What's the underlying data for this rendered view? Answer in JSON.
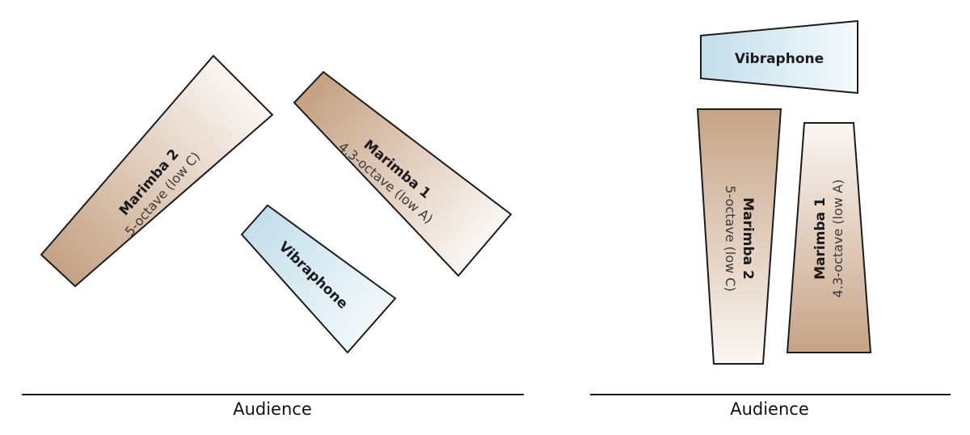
{
  "left_setup": {
    "marimba2": {
      "name": "Marimba 2",
      "range": "5-octave (low C)"
    },
    "marimba1": {
      "name": "Marimba 1",
      "range": "4.3-octave (low A)"
    },
    "vibraphone": {
      "name": "Vibraphone"
    },
    "audience": "Audience"
  },
  "right_setup": {
    "vibraphone": {
      "name": "Vibraphone"
    },
    "marimba2": {
      "name": "Marimba 2",
      "range": "5-octave (low C)"
    },
    "marimba1": {
      "name": "Marimba 1",
      "range": "4.3-octave (low A)"
    },
    "audience": "Audience"
  },
  "colors": {
    "marimba_dark": "#c6a385",
    "marimba_light": "#fbf7f3",
    "vibraphone_dark": "#c3deeb",
    "vibraphone_light": "#f4fafd",
    "outline": "#1c1c1c"
  }
}
